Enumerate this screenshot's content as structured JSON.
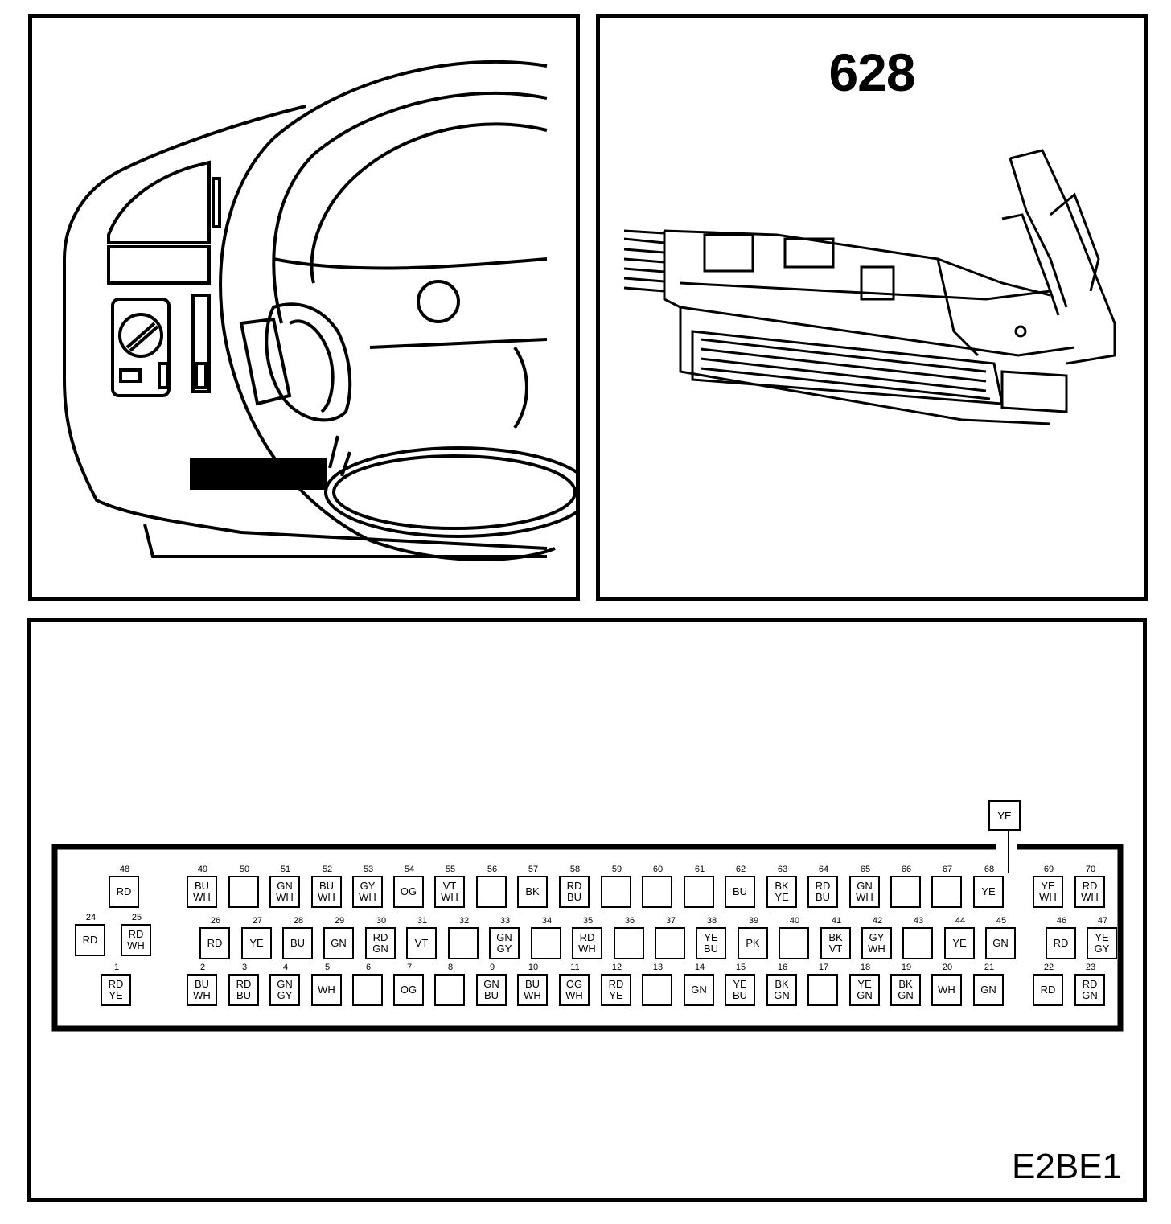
{
  "connector": {
    "number": "628"
  },
  "figure_code": "E2BE1",
  "callout": {
    "color": "YE"
  },
  "pins": [
    {
      "n": "48",
      "c": [
        "RD"
      ]
    },
    {
      "n": "49",
      "c": [
        "BU",
        "WH"
      ]
    },
    {
      "n": "50",
      "c": []
    },
    {
      "n": "51",
      "c": [
        "GN",
        "WH"
      ]
    },
    {
      "n": "52",
      "c": [
        "BU",
        "WH"
      ]
    },
    {
      "n": "53",
      "c": [
        "GY",
        "WH"
      ]
    },
    {
      "n": "54",
      "c": [
        "OG"
      ]
    },
    {
      "n": "55",
      "c": [
        "VT",
        "WH"
      ]
    },
    {
      "n": "56",
      "c": []
    },
    {
      "n": "57",
      "c": [
        "BK"
      ]
    },
    {
      "n": "58",
      "c": [
        "RD",
        "BU"
      ]
    },
    {
      "n": "59",
      "c": []
    },
    {
      "n": "60",
      "c": []
    },
    {
      "n": "61",
      "c": []
    },
    {
      "n": "62",
      "c": [
        "BU"
      ]
    },
    {
      "n": "63",
      "c": [
        "BK",
        "YE"
      ]
    },
    {
      "n": "64",
      "c": [
        "RD",
        "BU"
      ]
    },
    {
      "n": "65",
      "c": [
        "GN",
        "WH"
      ]
    },
    {
      "n": "66",
      "c": []
    },
    {
      "n": "67",
      "c": []
    },
    {
      "n": "68",
      "c": [
        "YE"
      ]
    },
    {
      "n": "69",
      "c": [
        "YE",
        "WH"
      ]
    },
    {
      "n": "70",
      "c": [
        "RD",
        "WH"
      ]
    },
    {
      "n": "24",
      "c": [
        "RD"
      ]
    },
    {
      "n": "25",
      "c": [
        "RD",
        "WH"
      ]
    },
    {
      "n": "26",
      "c": [
        "RD"
      ]
    },
    {
      "n": "27",
      "c": [
        "YE"
      ]
    },
    {
      "n": "28",
      "c": [
        "BU"
      ]
    },
    {
      "n": "29",
      "c": [
        "GN"
      ]
    },
    {
      "n": "30",
      "c": [
        "RD",
        "GN"
      ]
    },
    {
      "n": "31",
      "c": [
        "VT"
      ]
    },
    {
      "n": "32",
      "c": []
    },
    {
      "n": "33",
      "c": [
        "GN",
        "GY"
      ]
    },
    {
      "n": "34",
      "c": []
    },
    {
      "n": "35",
      "c": [
        "RD",
        "WH"
      ]
    },
    {
      "n": "36",
      "c": []
    },
    {
      "n": "37",
      "c": []
    },
    {
      "n": "38",
      "c": [
        "YE",
        "BU"
      ]
    },
    {
      "n": "39",
      "c": [
        "PK"
      ]
    },
    {
      "n": "40",
      "c": []
    },
    {
      "n": "41",
      "c": [
        "BK",
        "VT"
      ]
    },
    {
      "n": "42",
      "c": [
        "GY",
        "WH"
      ]
    },
    {
      "n": "43",
      "c": []
    },
    {
      "n": "44",
      "c": [
        "YE"
      ]
    },
    {
      "n": "45",
      "c": [
        "GN"
      ]
    },
    {
      "n": "46",
      "c": [
        "RD"
      ]
    },
    {
      "n": "47",
      "c": [
        "YE",
        "GY"
      ]
    },
    {
      "n": "1",
      "c": [
        "RD",
        "YE"
      ]
    },
    {
      "n": "2",
      "c": [
        "BU",
        "WH"
      ]
    },
    {
      "n": "3",
      "c": [
        "RD",
        "BU"
      ]
    },
    {
      "n": "4",
      "c": [
        "GN",
        "GY"
      ]
    },
    {
      "n": "5",
      "c": [
        "WH"
      ]
    },
    {
      "n": "6",
      "c": []
    },
    {
      "n": "7",
      "c": [
        "OG"
      ]
    },
    {
      "n": "8",
      "c": []
    },
    {
      "n": "9",
      "c": [
        "GN",
        "BU"
      ]
    },
    {
      "n": "10",
      "c": [
        "BU",
        "WH"
      ]
    },
    {
      "n": "11",
      "c": [
        "OG",
        "WH"
      ]
    },
    {
      "n": "12",
      "c": [
        "RD",
        "YE"
      ]
    },
    {
      "n": "13",
      "c": []
    },
    {
      "n": "14",
      "c": [
        "GN"
      ]
    },
    {
      "n": "15",
      "c": [
        "YE",
        "BU"
      ]
    },
    {
      "n": "16",
      "c": [
        "BK",
        "GN"
      ]
    },
    {
      "n": "17",
      "c": []
    },
    {
      "n": "18",
      "c": [
        "YE",
        "GN"
      ]
    },
    {
      "n": "19",
      "c": [
        "BK",
        "GN"
      ]
    },
    {
      "n": "20",
      "c": [
        "WH"
      ]
    },
    {
      "n": "21",
      "c": [
        "GN"
      ]
    },
    {
      "n": "22",
      "c": [
        "RD"
      ]
    },
    {
      "n": "23",
      "c": [
        "RD",
        "GN"
      ]
    }
  ]
}
